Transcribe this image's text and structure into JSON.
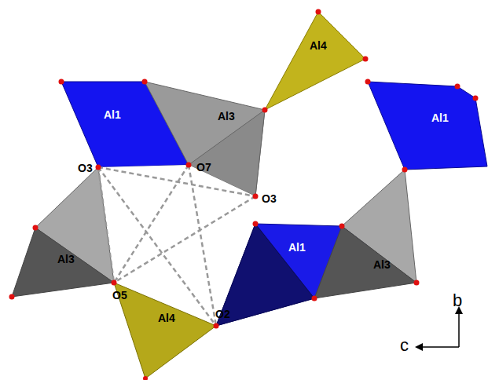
{
  "diagram": {
    "labels": [
      "Al4",
      "Al1",
      "Al3",
      "Al1",
      "O3",
      "O7",
      "O3",
      "Al1",
      "Al3",
      "Al3",
      "O5",
      "Al4",
      "O2",
      "b",
      "c"
    ]
  }
}
